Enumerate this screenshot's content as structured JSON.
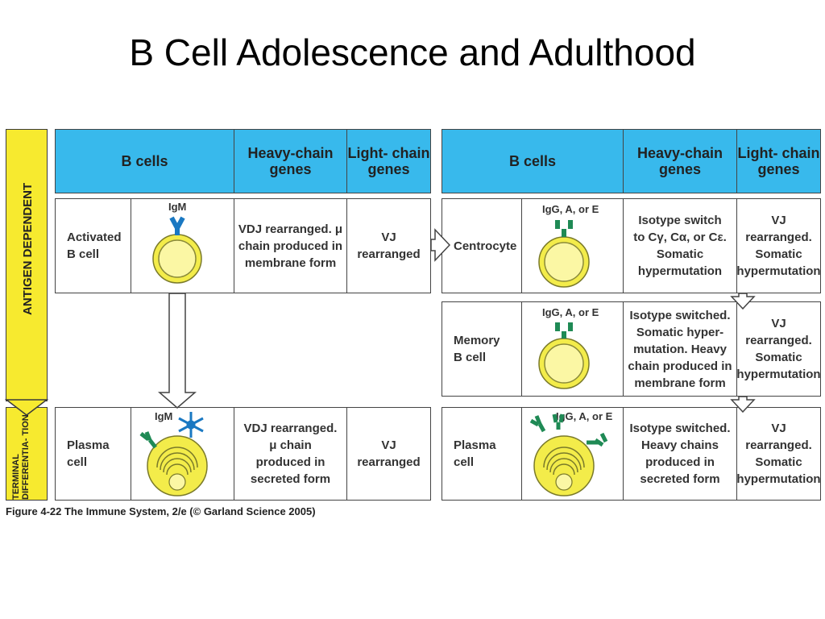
{
  "title": "B Cell Adolescence and Adulthood",
  "side": {
    "antigen_dependent": "ANTIGEN DEPENDENT",
    "terminal": "TERMINAL DIFFERENTIA- TION"
  },
  "headers": {
    "b_cells": "B  cells",
    "heavy": "Heavy-chain genes",
    "light": "Light- chain genes"
  },
  "left": {
    "row1": {
      "label": "Activated B cell",
      "antibody": "IgM",
      "heavy": "VDJ rearranged. μ chain produced in membrane form",
      "light": "VJ rearranged"
    },
    "row2": {
      "label": "Plasma cell",
      "antibody": "IgM",
      "heavy": "VDJ rearranged. μ chain produced in secreted form",
      "light": "VJ rearranged"
    }
  },
  "right": {
    "row1": {
      "label": "Centrocyte",
      "antibody": "IgG, A, or E",
      "heavy": "Isotype switch to Cγ, Cα, or Cε. Somatic hypermutation",
      "light": "VJ rearranged. Somatic hypermutation"
    },
    "row2": {
      "label": "Memory B cell",
      "antibody": "IgG, A, or E",
      "heavy": "Isotype switched. Somatic hyper- mutation. Heavy chain produced in membrane form",
      "light": "VJ rearranged. Somatic hypermutation"
    },
    "row3": {
      "label": "Plasma cell",
      "antibody": "IgG, A, or E",
      "heavy": "Isotype switched. Heavy chains produced in secreted form",
      "light": "VJ rearranged. Somatic hypermutation"
    }
  },
  "caption": "Figure 4-22  The Immune System, 2/e (© Garland Science 2005)",
  "colors": {
    "header_blue": "#38b9ec",
    "side_yellow": "#f7ea2f",
    "igm_blue": "#1a78c2",
    "igg_green": "#1f8a55",
    "cell_yellow": "#f3ec4a"
  }
}
